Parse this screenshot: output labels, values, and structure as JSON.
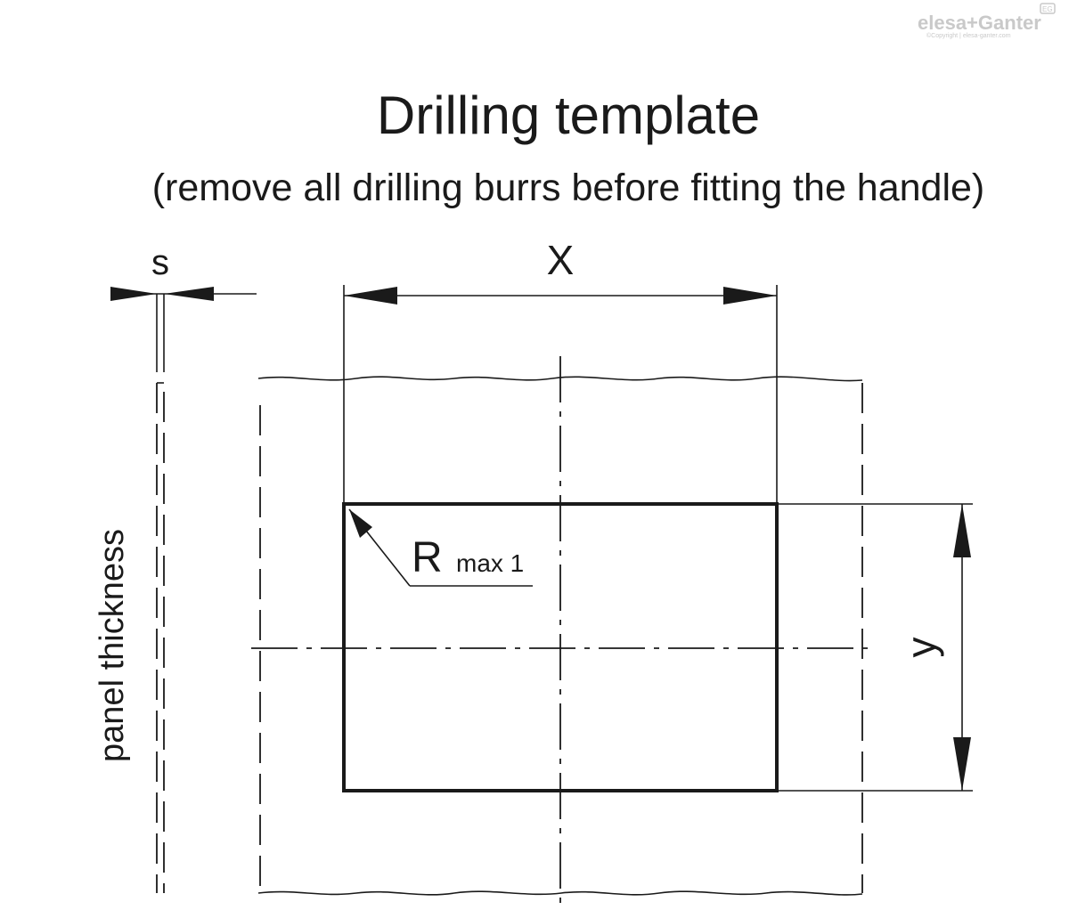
{
  "logo": {
    "brand": "elesa+Ganter",
    "badge": "EG",
    "copyright": "©Copyright | elesa-ganter.com"
  },
  "title": "Drilling template",
  "subtitle": "(remove all drilling burrs before fitting the handle)",
  "labels": {
    "s": "s",
    "x": "X",
    "y": "y",
    "radius_main": "R",
    "radius_sub": "max 1",
    "panel_thickness": "panel thickness"
  },
  "colors": {
    "ink": "#1a1a1a",
    "logo": "#c9c9c9"
  }
}
